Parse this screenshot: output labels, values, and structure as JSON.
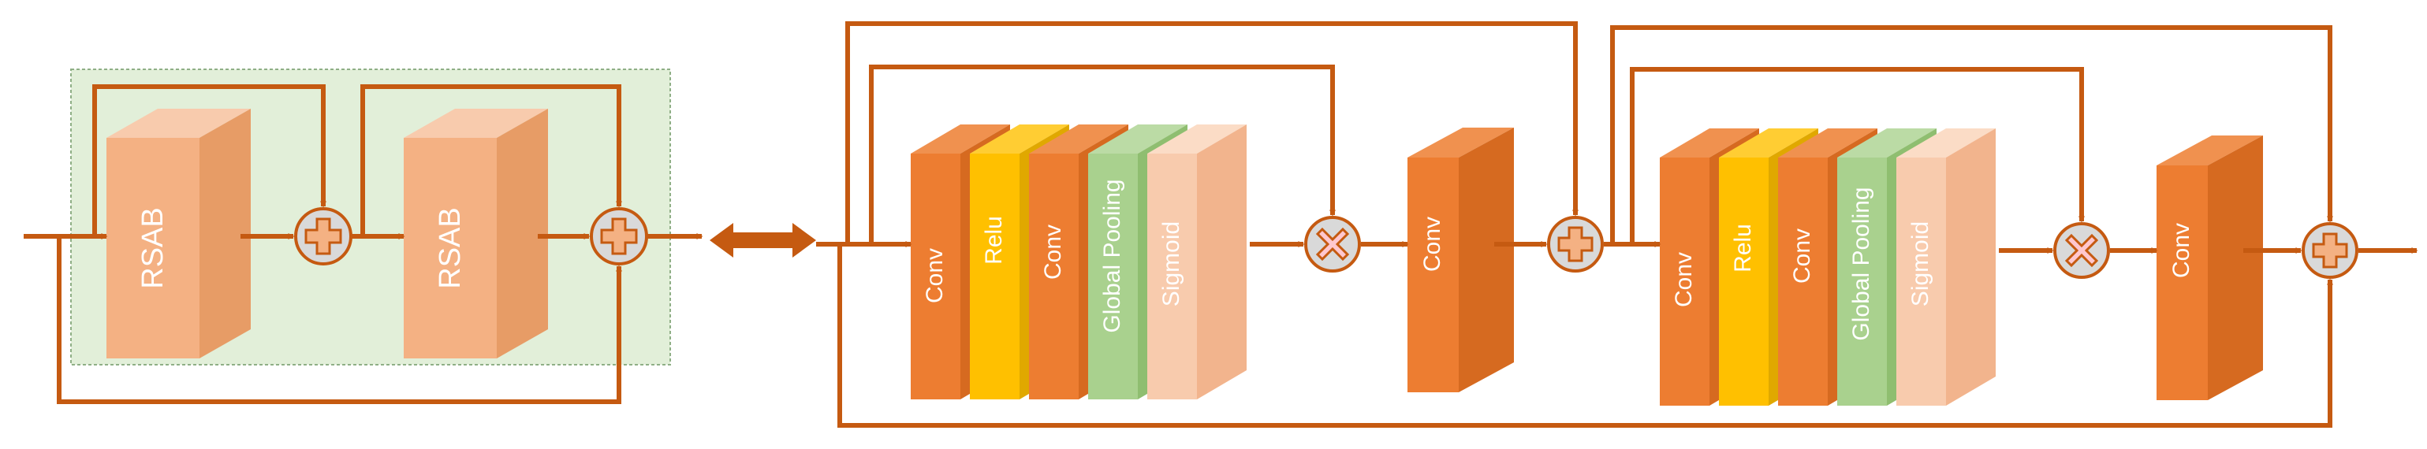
{
  "colors": {
    "arrow": "#C55A11",
    "group_fill": "#E2EFD9",
    "group_border": "#8FAF86",
    "rsab_front": "#F4B183",
    "rsab_side": "#E79C66",
    "rsab_top": "#F8CBAD",
    "conv_front": "#ED7D31",
    "conv_side": "#D66A20",
    "conv_top": "#F0914F",
    "relu_front": "#FFC000",
    "relu_side": "#E0A800",
    "relu_top": "#FFCD33",
    "pool_front": "#A9D18E",
    "pool_side": "#8FBE70",
    "pool_top": "#BBDBA5",
    "sigmoid_front": "#F8CBAD",
    "sigmoid_side": "#F2B48D",
    "sigmoid_top": "#FBDCC6",
    "op_fill": "#D9D9D9",
    "op_plus_fill": "#F4B183",
    "op_times_fill": "#FFC7CE"
  },
  "labels": {
    "rsab": "RSAB",
    "conv": "Conv",
    "relu": "Relu",
    "global_pooling": "Global Pooling",
    "sigmoid": "Sigmoid"
  },
  "operators": {
    "add": "add-operator",
    "multiply": "multiply-operator"
  }
}
